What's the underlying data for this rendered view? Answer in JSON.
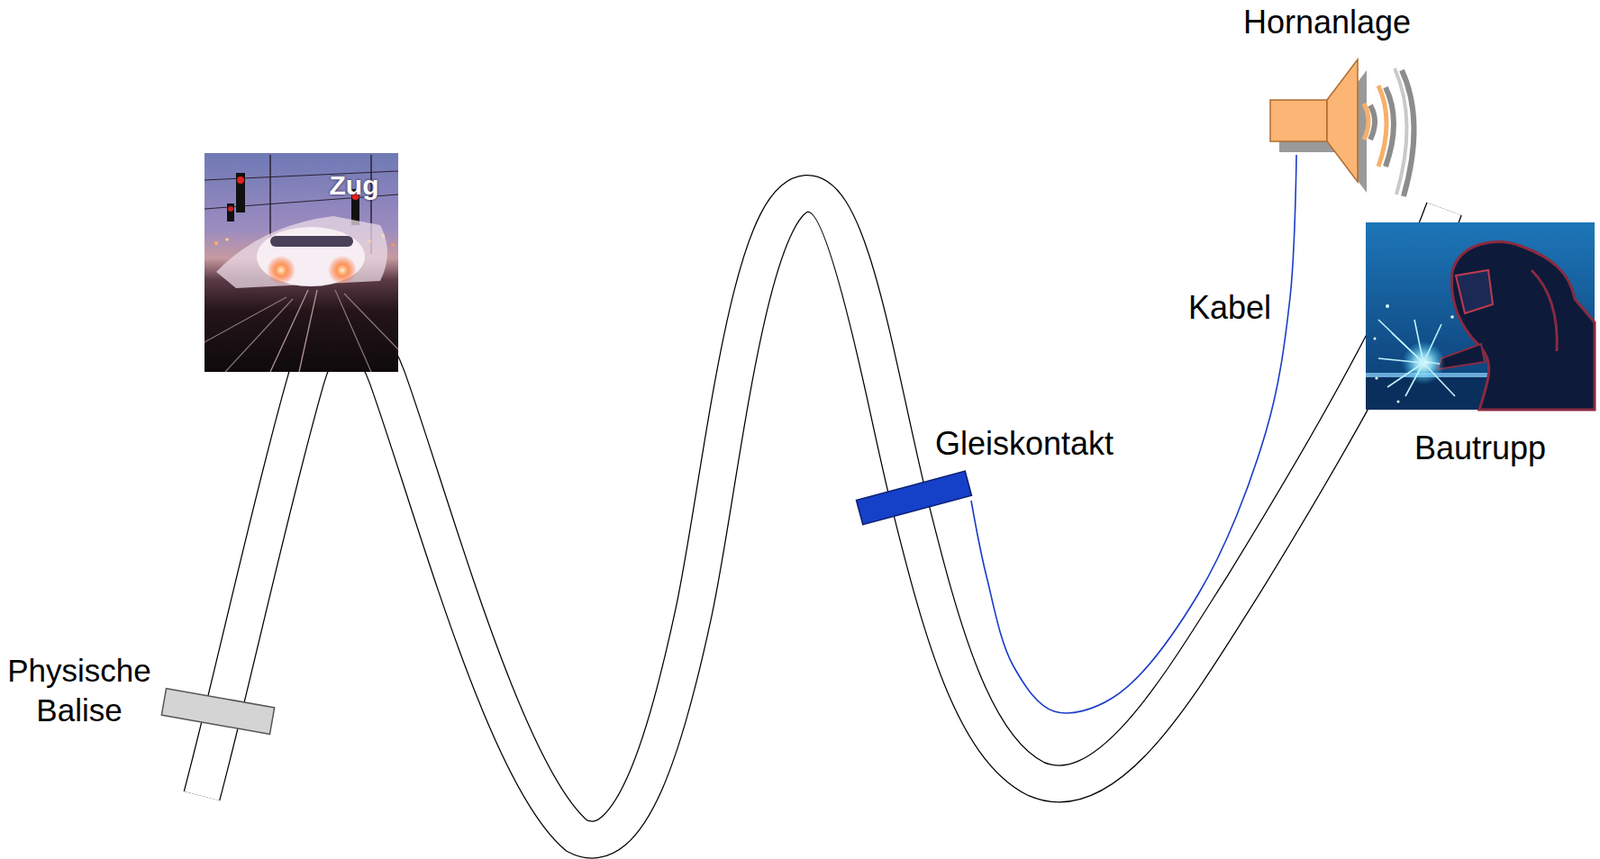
{
  "diagram": {
    "nodes": [
      {
        "text": [
          "Zug"
        ]
      },
      {
        "text": [
          "Hornanlage"
        ]
      },
      {
        "text": [
          "Bautrupp"
        ]
      },
      {
        "text": [
          "Gleiskontakt"
        ]
      },
      {
        "text": [
          "Physische Balise"
        ]
      }
    ],
    "edges": [
      {
        "from": 3,
        "to": 1,
        "arrow": "none",
        "label": "Kabel"
      }
    ]
  }
}
